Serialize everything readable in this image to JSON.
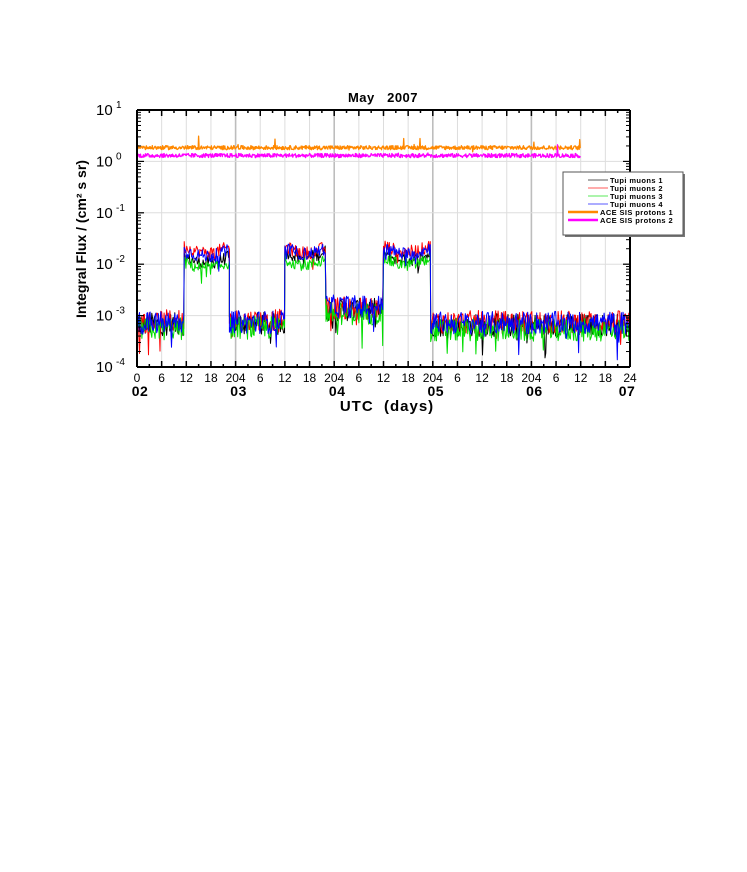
{
  "chart_data": {
    "type": "line",
    "title": "May   2007",
    "xlabel": "UTC  (days)",
    "ylabel": "Integral Flux / (cm² s sr)",
    "yscale": "log",
    "ylim": [
      0.0001,
      10
    ],
    "y_ticks": [
      {
        "base": "10",
        "exp": "1"
      },
      {
        "base": "10",
        "exp": "0"
      },
      {
        "base": "10",
        "exp": "-1"
      },
      {
        "base": "10",
        "exp": "-2"
      },
      {
        "base": "10",
        "exp": "-3"
      },
      {
        "base": "10",
        "exp": "-4"
      }
    ],
    "x_hour_ticks": [
      "0",
      "6",
      "12",
      "18",
      "204",
      "6",
      "12",
      "18",
      "204",
      "6",
      "12",
      "18",
      "204",
      "6",
      "12",
      "18",
      "204",
      "6",
      "12",
      "18",
      "24"
    ],
    "x_day_labels": [
      "02",
      "03",
      "04",
      "05",
      "06",
      "07"
    ],
    "xlim_hours": [
      0,
      120
    ],
    "grid": true,
    "legend": {
      "position": "right-middle",
      "entries": [
        {
          "label": "Tupi muons 1",
          "color": "#000000",
          "width": 1
        },
        {
          "label": "Tupi muons 2",
          "color": "#ff0000",
          "width": 1
        },
        {
          "label": "Tupi muons 3",
          "color": "#00dd00",
          "width": 1
        },
        {
          "label": "Tupi muons 4",
          "color": "#0000ff",
          "width": 1
        },
        {
          "label": "ACE SIS protons 1",
          "color": "#ff8800",
          "width": 2.5
        },
        {
          "label": "ACE SIS protons 2",
          "color": "#ff00ff",
          "width": 2.5
        }
      ]
    },
    "series": [
      {
        "name": "Tupi muons 1",
        "color": "#000000",
        "segments": [
          {
            "from_h": 0,
            "to_h": 11.5,
            "level": 0.00068
          },
          {
            "from_h": 11.5,
            "to_h": 22.5,
            "level": 0.014
          },
          {
            "from_h": 22.5,
            "to_h": 36,
            "level": 0.0007
          },
          {
            "from_h": 36,
            "to_h": 46,
            "level": 0.018
          },
          {
            "from_h": 46,
            "to_h": 60,
            "level": 0.0013
          },
          {
            "from_h": 60,
            "to_h": 71.5,
            "level": 0.016
          },
          {
            "from_h": 71.5,
            "to_h": 120,
            "level": 0.00065
          }
        ]
      },
      {
        "name": "Tupi muons 2",
        "color": "#ff0000",
        "segments": [
          {
            "from_h": 0,
            "to_h": 11.5,
            "level": 0.00078
          },
          {
            "from_h": 11.5,
            "to_h": 22.5,
            "level": 0.022
          },
          {
            "from_h": 22.5,
            "to_h": 36,
            "level": 0.0008
          },
          {
            "from_h": 36,
            "to_h": 46,
            "level": 0.022
          },
          {
            "from_h": 46,
            "to_h": 60,
            "level": 0.0014
          },
          {
            "from_h": 60,
            "to_h": 71.5,
            "level": 0.023
          },
          {
            "from_h": 71.5,
            "to_h": 120,
            "level": 0.00075
          }
        ]
      },
      {
        "name": "Tupi muons 3",
        "color": "#00dd00",
        "segments": [
          {
            "from_h": 0,
            "to_h": 11.5,
            "level": 0.00055
          },
          {
            "from_h": 11.5,
            "to_h": 22.5,
            "level": 0.011
          },
          {
            "from_h": 22.5,
            "to_h": 36,
            "level": 0.00058
          },
          {
            "from_h": 36,
            "to_h": 46,
            "level": 0.013
          },
          {
            "from_h": 46,
            "to_h": 60,
            "level": 0.0011
          },
          {
            "from_h": 60,
            "to_h": 71.5,
            "level": 0.013
          },
          {
            "from_h": 71.5,
            "to_h": 120,
            "level": 0.00052
          }
        ]
      },
      {
        "name": "Tupi muons 4",
        "color": "#0000ff",
        "segments": [
          {
            "from_h": 0,
            "to_h": 11.5,
            "level": 0.00072
          },
          {
            "from_h": 11.5,
            "to_h": 22.5,
            "level": 0.019
          },
          {
            "from_h": 22.5,
            "to_h": 36,
            "level": 0.00075
          },
          {
            "from_h": 36,
            "to_h": 46,
            "level": 0.021
          },
          {
            "from_h": 46,
            "to_h": 60,
            "level": 0.0015
          },
          {
            "from_h": 60,
            "to_h": 71.5,
            "level": 0.021
          },
          {
            "from_h": 71.5,
            "to_h": 120,
            "level": 0.00072
          }
        ]
      },
      {
        "name": "ACE SIS protons 1",
        "color": "#ff8800",
        "segments": [
          {
            "from_h": 0,
            "to_h": 108,
            "level": 1.85
          }
        ]
      },
      {
        "name": "ACE SIS protons 2",
        "color": "#ff00ff",
        "segments": [
          {
            "from_h": 0,
            "to_h": 108,
            "level": 1.3
          }
        ]
      }
    ]
  }
}
